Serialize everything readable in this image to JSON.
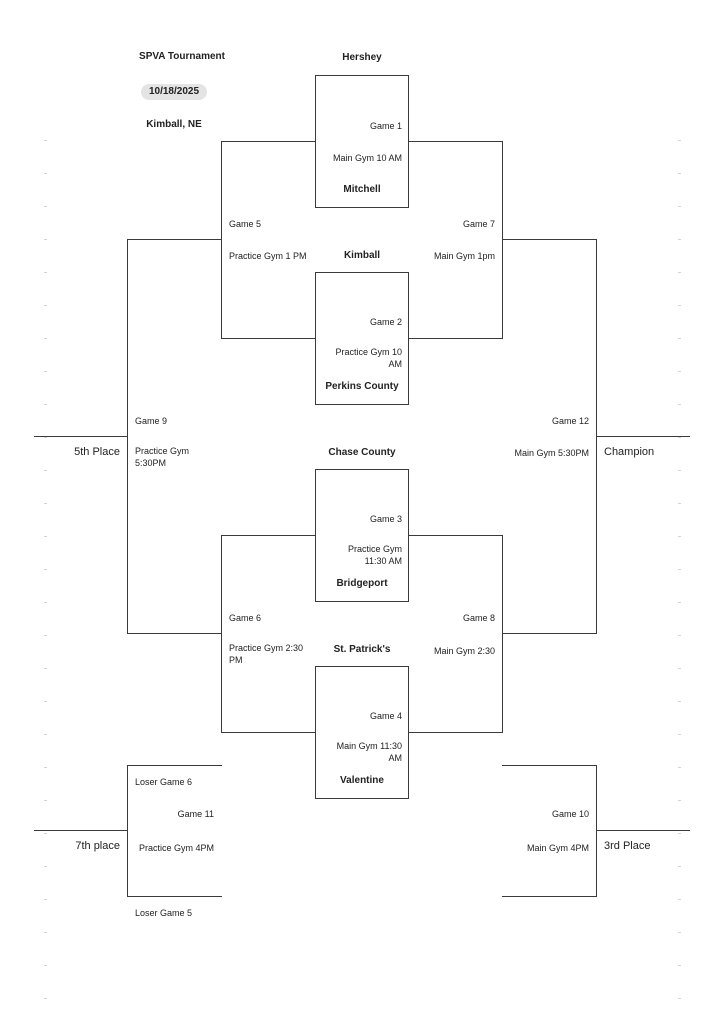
{
  "header": {
    "title": "SPVA Tournament",
    "date": "10/18/2025",
    "location": "Kimball, NE"
  },
  "teams": {
    "hershey": "Hershey",
    "mitchell": "Mitchell",
    "kimball": "Kimball",
    "perkins": "Perkins County",
    "chase": "Chase County",
    "bridgeport": "Bridgeport",
    "stpatricks": "St. Patrick's",
    "valentine": "Valentine"
  },
  "games": {
    "g1": {
      "name": "Game 1",
      "site": "Main Gym 10 AM"
    },
    "g2": {
      "name": "Game 2",
      "site": "Practice Gym 10 AM"
    },
    "g3": {
      "name": "Game 3",
      "site": "Practice Gym 11:30 AM"
    },
    "g4": {
      "name": "Game 4",
      "site": "Main Gym 11:30 AM"
    },
    "g5": {
      "name": "Game 5",
      "site": "Practice Gym 1 PM"
    },
    "g6": {
      "name": "Game 6",
      "site": "Practice Gym 2:30 PM"
    },
    "g7": {
      "name": "Game 7",
      "site": "Main Gym 1pm"
    },
    "g8": {
      "name": "Game 8",
      "site": "Main Gym 2:30"
    },
    "g9": {
      "name": "Game 9",
      "site": "Practice Gym 5:30PM"
    },
    "g10": {
      "name": "Game 10",
      "site": "Main Gym 4PM"
    },
    "g11": {
      "name": "Game 11",
      "site": "Practice Gym 4PM"
    },
    "g12": {
      "name": "Game 12",
      "site": "Main Gym 5:30PM"
    }
  },
  "losers": {
    "l6": "Loser Game 6",
    "l5": "Loser Game 5"
  },
  "places": {
    "fifth": "5th Place",
    "champion": "Champion",
    "seventh": "7th place",
    "third": "3rd Place"
  }
}
